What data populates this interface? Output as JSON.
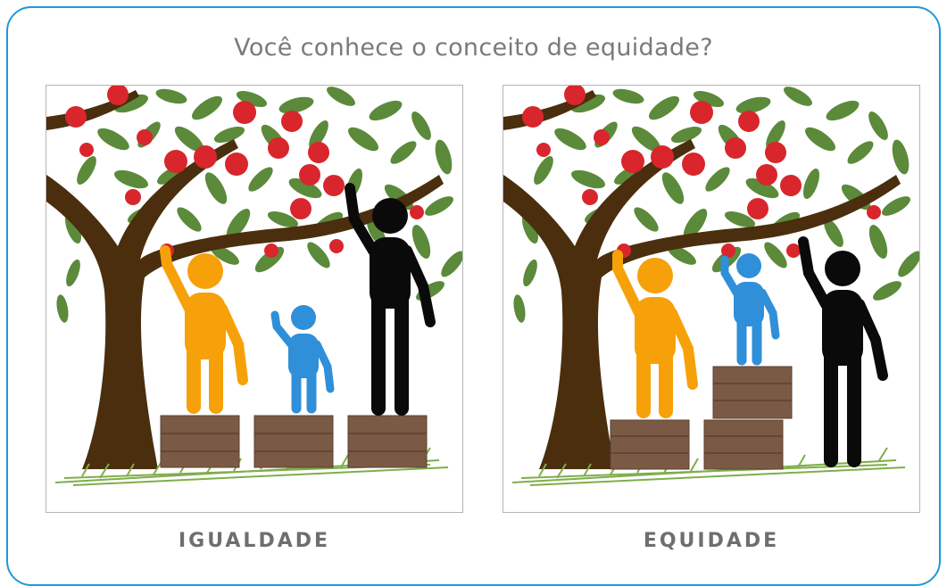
{
  "title": "Você conhece o conceito de equidade?",
  "panels": [
    {
      "caption": "IGUALDADE"
    },
    {
      "caption": "EQUIDADE"
    }
  ],
  "colors": {
    "frame": "#1e9ad6",
    "trunk": "#4a2e0e",
    "leaf": "#5b8a3a",
    "apple": "#d8262c",
    "crate": "#7a5a45",
    "person_orange": "#f6a10a",
    "person_blue": "#2f8fd8",
    "person_black": "#0a0a0a",
    "grass": "#7fae4a"
  }
}
